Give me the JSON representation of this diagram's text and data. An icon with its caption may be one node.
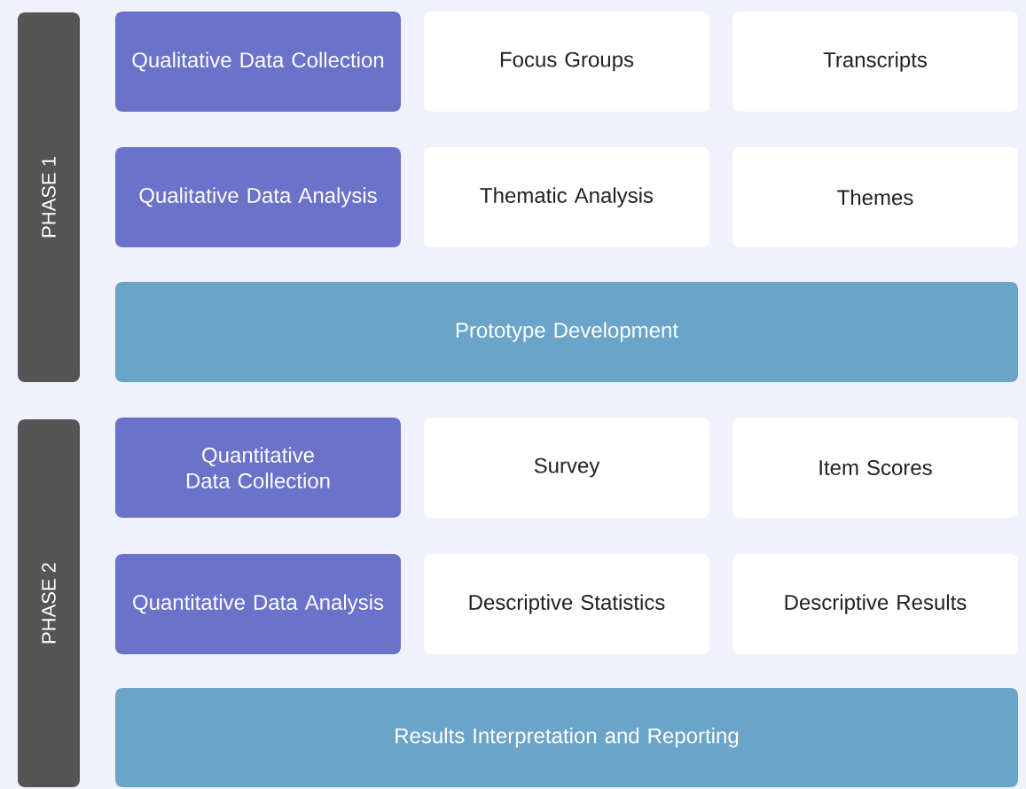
{
  "diagram": {
    "nodes": [
      {
        "text": [
          "PHASE 1"
        ]
      },
      {
        "text": [
          "Qualitative Data Collection"
        ]
      },
      {
        "text": [
          "Focus Groups"
        ]
      },
      {
        "text": [
          "Transcripts"
        ]
      },
      {
        "text": [
          "Qualitative Data Analysis"
        ]
      },
      {
        "text": [
          "Thematic Analysis"
        ]
      },
      {
        "text": [
          "Themes"
        ]
      },
      {
        "text": [
          "Prototype Development"
        ]
      },
      {
        "text": [
          "PHASE 2"
        ]
      },
      {
        "text": [
          "Quantitative Data Collection"
        ]
      },
      {
        "text": [
          "Survey"
        ]
      },
      {
        "text": [
          "Item Scores"
        ]
      },
      {
        "text": [
          "Quantitative Data Analysis"
        ]
      },
      {
        "text": [
          "Descriptive Statistics"
        ]
      },
      {
        "text": [
          "Descriptive Results"
        ]
      },
      {
        "text": [
          "Results Interpretation and Reporting"
        ]
      }
    ]
  }
}
